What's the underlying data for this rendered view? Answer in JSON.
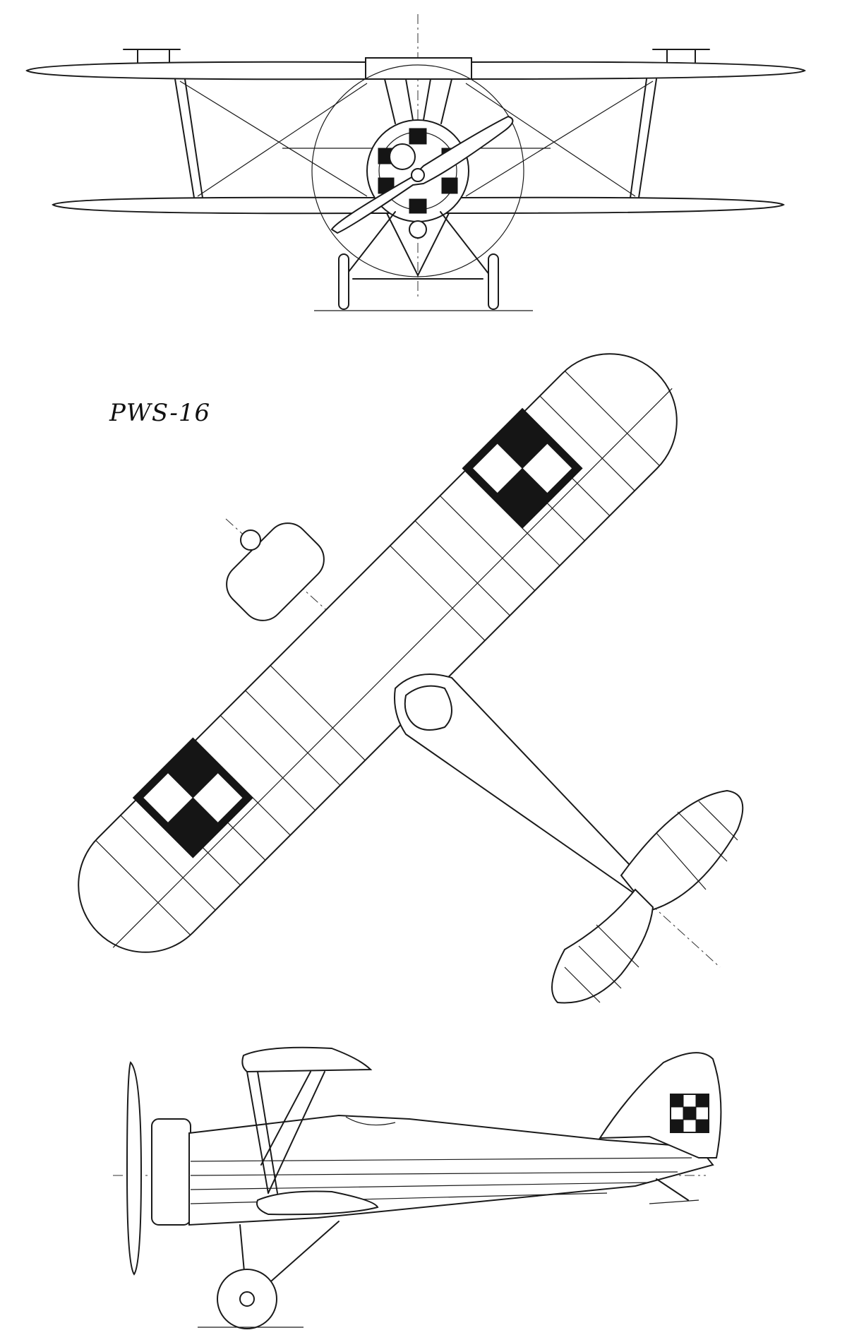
{
  "drawing": {
    "title": "PWS-16",
    "views": [
      "front-view",
      "top-view",
      "side-view"
    ],
    "insignia_colors": {
      "dark": "#151515",
      "light": "#ffffff"
    },
    "line_color": "#1a1a1a"
  }
}
